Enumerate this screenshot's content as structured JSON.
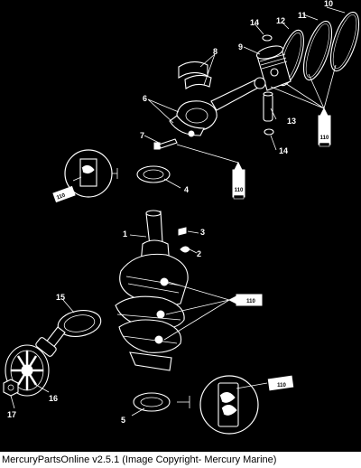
{
  "caption": "MercuryPartsOnline v2.5.1 (Image Copyright- Mercury Marine)",
  "callouts": {
    "c1": "1",
    "c2": "2",
    "c3": "3",
    "c4": "4",
    "c5": "5",
    "c6": "6",
    "c7": "7",
    "c8": "8",
    "c9": "9",
    "c10": "10",
    "c11": "11",
    "c12": "12",
    "c13": "13",
    "c14a": "14",
    "c14b": "14",
    "c15": "15",
    "c16": "16",
    "c17": "17"
  },
  "lubricant_tubes": {
    "t_rings": "110",
    "t_pin": "110",
    "t_bearing_upper": "110",
    "t_crank": "110",
    "t_bearing_lower": "110"
  }
}
